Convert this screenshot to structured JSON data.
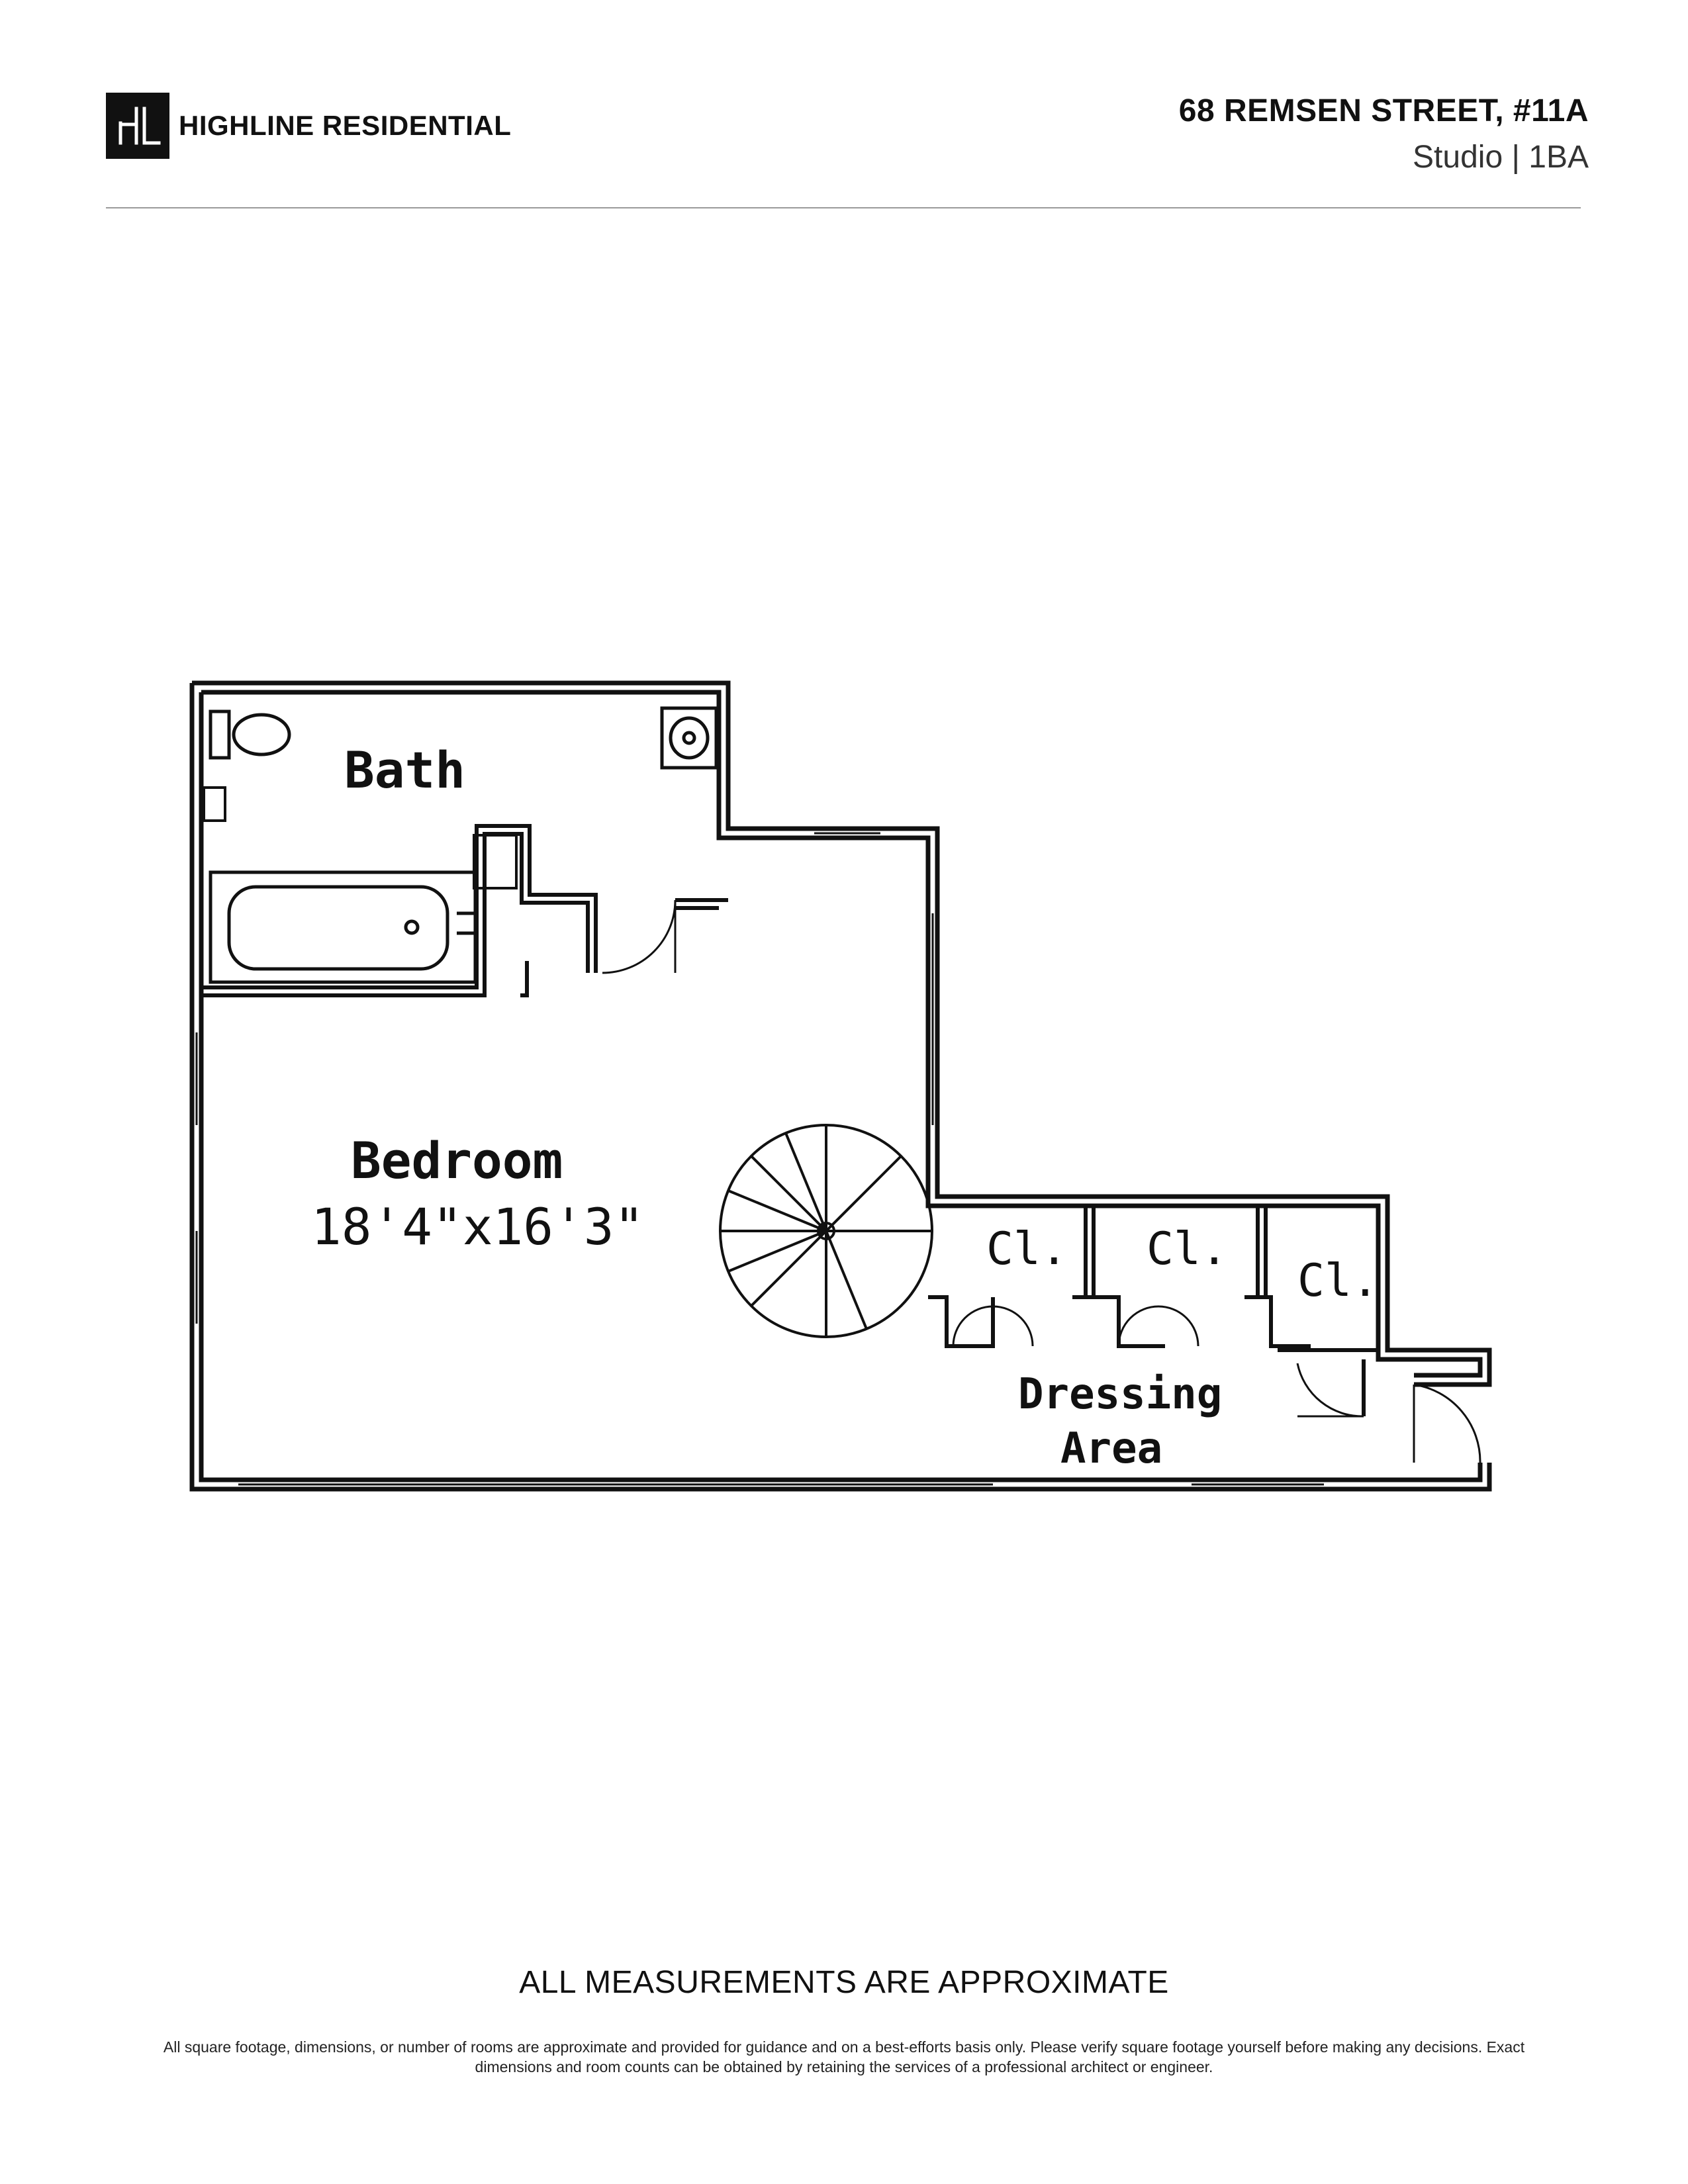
{
  "header": {
    "brand_name": "HIGHLINE RESIDENTIAL",
    "logo_icon": "hl-monogram-icon",
    "address": "68 REMSEN STREET, #11A",
    "unit_type": "Studio | 1BA"
  },
  "floorplan": {
    "rooms": {
      "bath": "Bath",
      "bedroom": "Bedroom",
      "bedroom_dimensions": "18'4\"x16'3\"",
      "closet_1": "Cl.",
      "closet_2": "Cl.",
      "closet_3": "Cl.",
      "dressing_line1": "Dressing",
      "dressing_line2": "Area"
    }
  },
  "footer": {
    "measurement_note": "ALL MEASUREMENTS ARE APPROXIMATE",
    "disclaimer": "All square footage, dimensions, or number of rooms are approximate and provided for guidance and on a best-efforts basis only. Please verify square footage yourself before making any decisions. Exact dimensions and room counts can be obtained by retaining the services of a professional architect or engineer."
  },
  "colors": {
    "ink": "#111111",
    "rule": "#9a9a9a"
  }
}
